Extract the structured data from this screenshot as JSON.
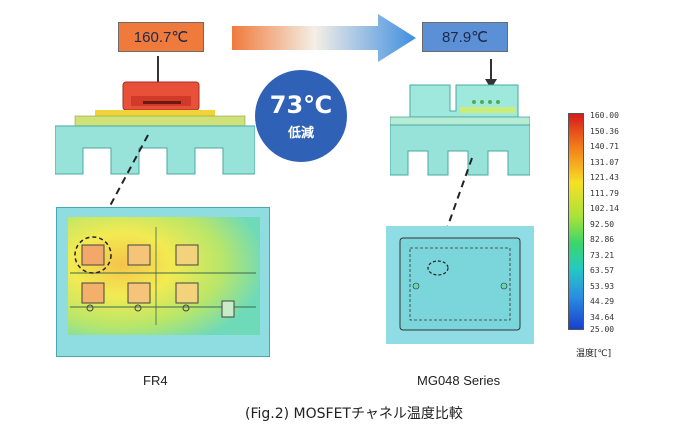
{
  "left_temp": "160.7℃",
  "right_temp": "87.9℃",
  "reduction": {
    "value": "73℃",
    "text": "低減"
  },
  "left_label": "FR4",
  "right_label": "MG048 Series",
  "caption": "(Fig.2) MOSFETチャネル温度比較",
  "scale": {
    "ticks": [
      "160.00",
      "150.36",
      "140.71",
      "131.07",
      "121.43",
      "111.79",
      "102.14",
      "92.50",
      "82.86",
      "73.21",
      "63.57",
      "53.93",
      "44.29",
      "34.64",
      "25.00"
    ],
    "unit_label": "温度[℃]"
  },
  "colors": {
    "left_box": "#f07a3c",
    "right_box": "#5b8fd6",
    "circle": "#2f62b6",
    "board": "#9fe0d8"
  }
}
